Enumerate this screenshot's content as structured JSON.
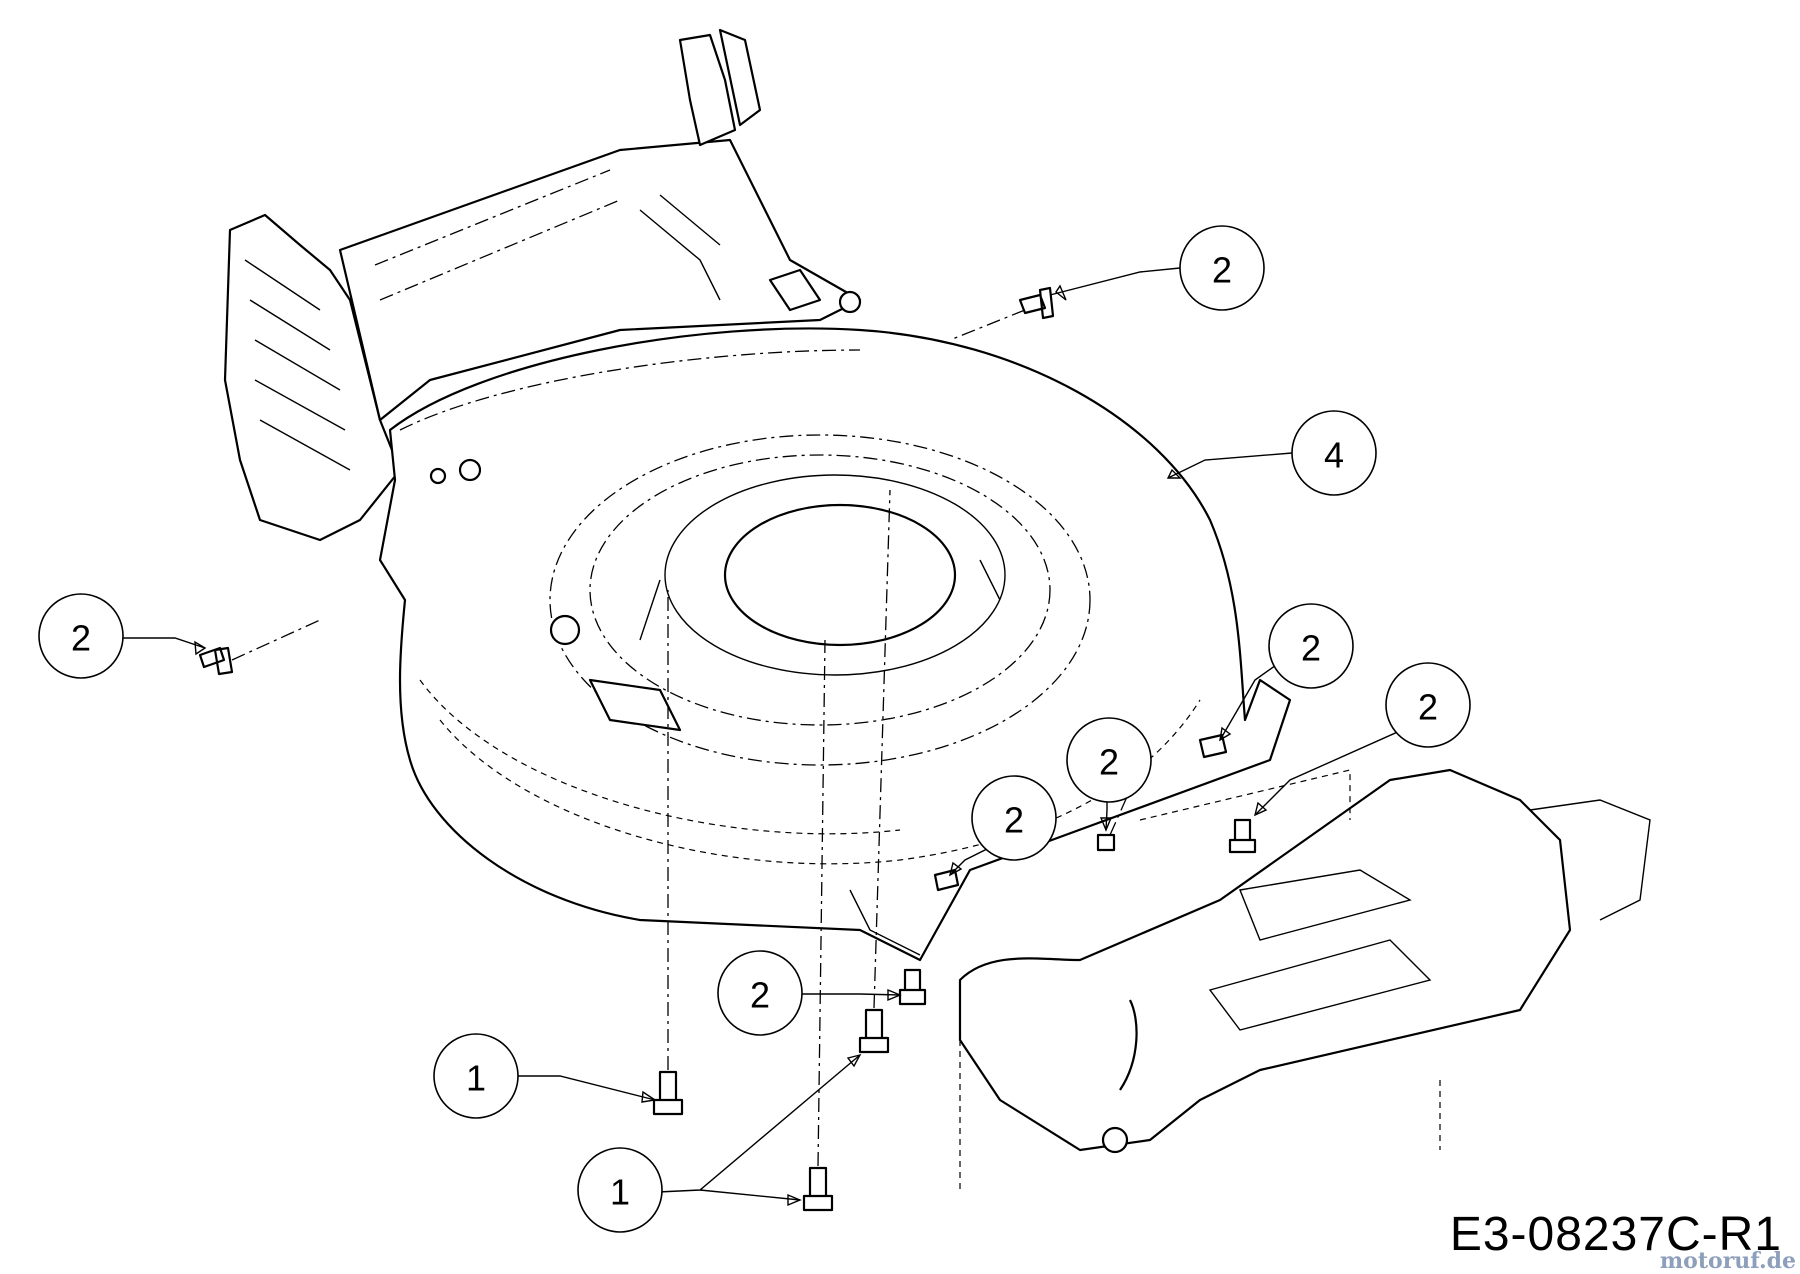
{
  "drawing_number": "E3-08237C-R1",
  "watermark": "motoruf.de",
  "callouts": [
    {
      "id": "c-2-top",
      "label": "2"
    },
    {
      "id": "c-4",
      "label": "4"
    },
    {
      "id": "c-2-left",
      "label": "2"
    },
    {
      "id": "c-2-right-upper",
      "label": "2"
    },
    {
      "id": "c-2-right-lower",
      "label": "2"
    },
    {
      "id": "c-2-mid-a",
      "label": "2"
    },
    {
      "id": "c-2-mid-b",
      "label": "2"
    },
    {
      "id": "c-2-bottom",
      "label": "2"
    },
    {
      "id": "c-1-upper",
      "label": "1"
    },
    {
      "id": "c-1-lower",
      "label": "1"
    }
  ]
}
